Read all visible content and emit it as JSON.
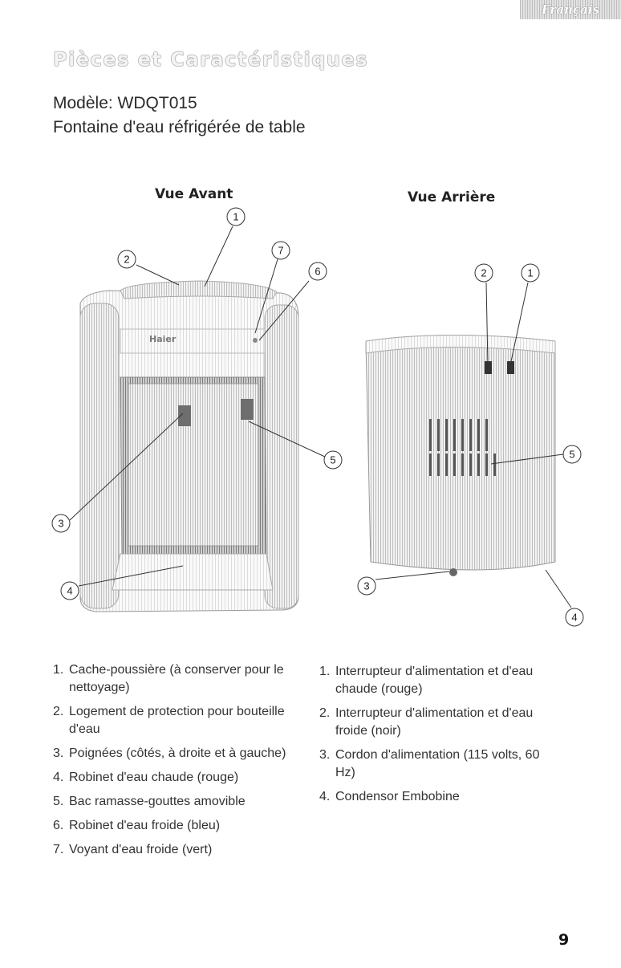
{
  "header": {
    "language_tab": "Français"
  },
  "page": {
    "title": "Pièces et Caractéristiques",
    "model": "Modèle: WDQT015",
    "subtitle": "Fontaine d'eau réfrigérée de table",
    "page_number": "9"
  },
  "front_view": {
    "title": "Vue Avant",
    "brand_logo": "Haier",
    "callouts": [
      "1",
      "2",
      "3",
      "4",
      "5",
      "6",
      "7"
    ],
    "items": [
      {
        "num": "1.",
        "text": "Cache-poussière (à conserver pour le nettoyage)"
      },
      {
        "num": "2.",
        "text": "Logement de protection pour bouteille d'eau"
      },
      {
        "num": "3.",
        "text": "Poignées (côtés, à droite et à gauche)"
      },
      {
        "num": "4.",
        "text": "Robinet d'eau chaude (rouge)"
      },
      {
        "num": "5.",
        "text": "Bac ramasse-gouttes amovible"
      },
      {
        "num": "6.",
        "text": "Robinet d'eau froide (bleu)"
      },
      {
        "num": "7.",
        "text": "Voyant d'eau froide (vert)"
      }
    ]
  },
  "back_view": {
    "title": "Vue Arrière",
    "callouts": [
      "1",
      "2",
      "3",
      "4",
      "5"
    ],
    "items": [
      {
        "num": "1.",
        "text": "Interrupteur d'alimentation et d'eau chaude (rouge)"
      },
      {
        "num": "2.",
        "text": "Interrupteur d'alimentation et d'eau froide (noir)"
      },
      {
        "num": "3.",
        "text": "Cordon d'alimentation (115 volts, 60 Hz)"
      },
      {
        "num": "4.",
        "text": "Condensor Embobine"
      }
    ]
  },
  "colors": {
    "page_background": "#ffffff",
    "text": "#222222",
    "tab_background": "#d4d4d4"
  }
}
